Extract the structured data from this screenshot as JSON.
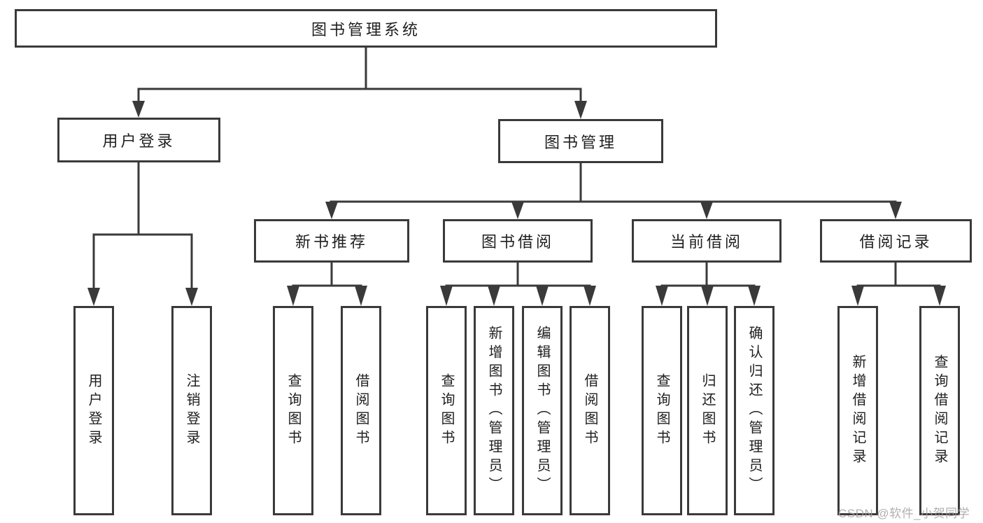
{
  "diagram": {
    "root": {
      "label": "图书管理系统"
    },
    "branches": [
      {
        "label": "用户登录",
        "leaves": [
          {
            "label": "用户登录"
          },
          {
            "label": "注销登录"
          }
        ]
      },
      {
        "label": "图书管理",
        "groups": [
          {
            "label": "新书推荐",
            "leaves": [
              {
                "label": "查询图书"
              },
              {
                "label": "借阅图书"
              }
            ]
          },
          {
            "label": "图书借阅",
            "leaves": [
              {
                "label": "查询图书"
              },
              {
                "label": "新增图书（管理员）"
              },
              {
                "label": "编辑图书（管理员）"
              },
              {
                "label": "借阅图书"
              }
            ]
          },
          {
            "label": "当前借阅",
            "leaves": [
              {
                "label": "查询图书"
              },
              {
                "label": "归还图书"
              },
              {
                "label": "确认归还（管理员）"
              }
            ]
          },
          {
            "label": "借阅记录",
            "leaves": [
              {
                "label": "新增借阅记录"
              },
              {
                "label": "查询借阅记录"
              }
            ]
          }
        ]
      }
    ],
    "watermark": "CSDN @软件_小贺同学",
    "colors": {
      "line": "#3a3a3a",
      "border": "#3a3a3a",
      "text": "#1f1f1f",
      "watermark": "#a2a2a2",
      "background": "#ffffff"
    }
  }
}
